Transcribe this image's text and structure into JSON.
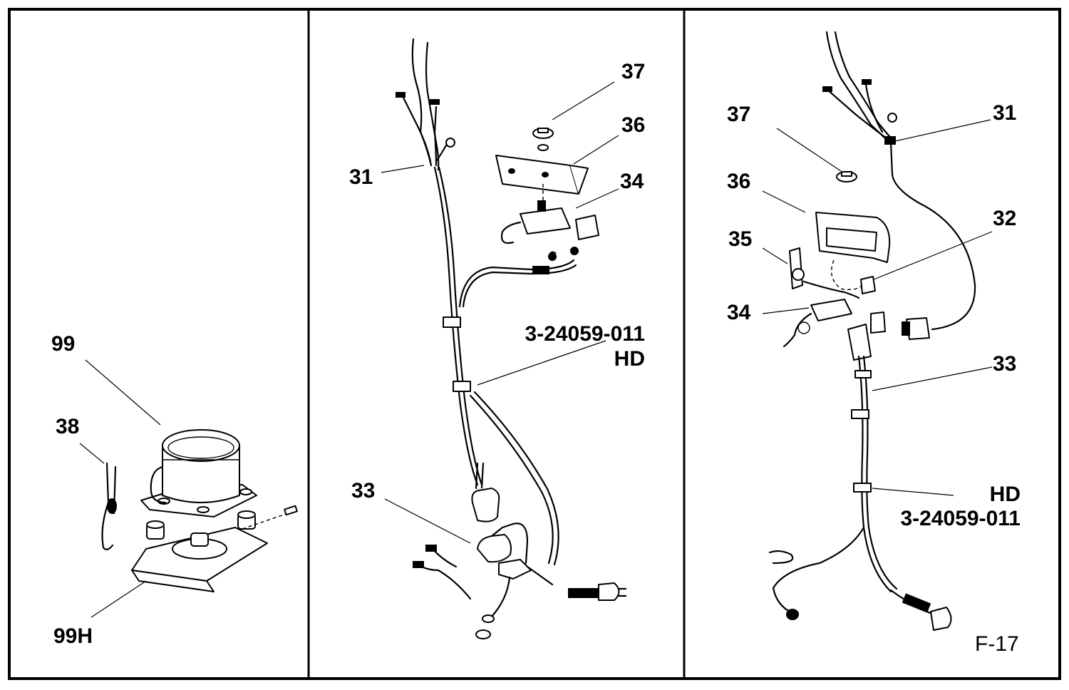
{
  "figure_id": "F-17",
  "panels": [
    {
      "id": "compressor-panel",
      "callouts": [
        "99",
        "38",
        "99H"
      ]
    },
    {
      "id": "harness-panel-center",
      "callouts": [
        "37",
        "36",
        "34",
        "31",
        "33"
      ],
      "note_lines": [
        "3-24059-011",
        "HD"
      ]
    },
    {
      "id": "harness-panel-right",
      "callouts": [
        "37",
        "31",
        "36",
        "32",
        "35",
        "34",
        "33"
      ],
      "note_lines": [
        "HD",
        "3-24059-011"
      ]
    }
  ]
}
